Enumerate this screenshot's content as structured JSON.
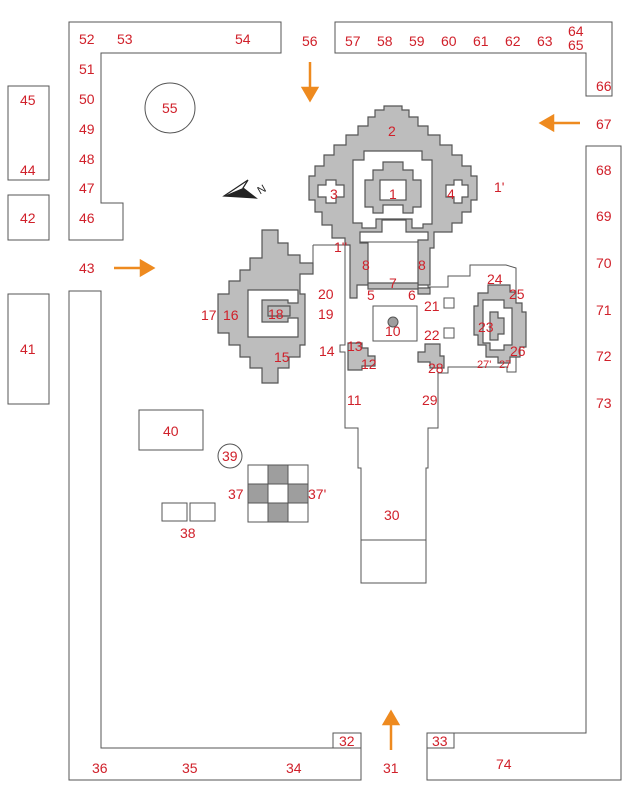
{
  "labels": {
    "l1": "1",
    "l1p": "1'",
    "l1pp": "1''",
    "l2": "2",
    "l3": "3",
    "l4": "4",
    "l5": "5",
    "l6": "6",
    "l7": "7",
    "l8a": "8",
    "l8b": "8",
    "l10": "10",
    "l11": "11",
    "l12": "12",
    "l13": "13",
    "l14": "14",
    "l15": "15",
    "l16": "16",
    "l17": "17",
    "l18": "18",
    "l19": "19",
    "l20": "20",
    "l21": "21",
    "l22": "22",
    "l23": "23",
    "l24": "24",
    "l25": "25",
    "l26": "26",
    "l27": "27",
    "l27p": "27'",
    "l28": "28",
    "l29": "29",
    "l30": "30",
    "l31": "31",
    "l32": "32",
    "l33": "33",
    "l34": "34",
    "l35": "35",
    "l36": "36",
    "l37": "37",
    "l37p": "37'",
    "l38": "38",
    "l39": "39",
    "l40": "40",
    "l41": "41",
    "l42": "42",
    "l43": "43",
    "l44": "44",
    "l45": "45",
    "l46": "46",
    "l47": "47",
    "l48": "48",
    "l49": "49",
    "l50": "50",
    "l51": "51",
    "l52": "52",
    "l53": "53",
    "l54": "54",
    "l55": "55",
    "l56": "56",
    "l57": "57",
    "l58": "58",
    "l59": "59",
    "l60": "60",
    "l61": "61",
    "l62": "62",
    "l63": "63",
    "l64": "64",
    "l65": "65",
    "l66": "66",
    "l67": "67",
    "l68": "68",
    "l69": "69",
    "l70": "70",
    "l71": "71",
    "l72": "72",
    "l73": "73",
    "l74": "74"
  },
  "north_label": "N",
  "colors": {
    "shrine_fill": "#bdbdbd",
    "label": "#d0202a",
    "arrow": "#ee8a1f",
    "wall": "#555555"
  }
}
